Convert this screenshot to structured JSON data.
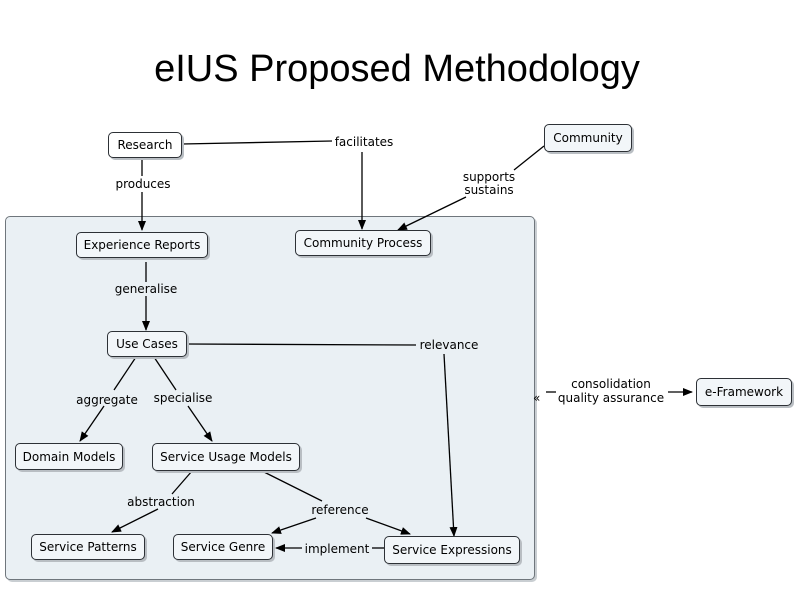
{
  "title": "eIUS Proposed Methodology",
  "nodes": {
    "research": "Research",
    "community": "Community",
    "experience_reports": "Experience Reports",
    "community_process": "Community Process",
    "use_cases": "Use Cases",
    "domain_models": "Domain Models",
    "service_usage_models": "Service Usage Models",
    "service_patterns": "Service Patterns",
    "service_genre": "Service Genre",
    "service_expressions": "Service Expressions",
    "e_framework": "e-Framework"
  },
  "links": {
    "facilitates": "facilitates",
    "supports": "supports",
    "sustains": "sustains",
    "produces": "produces",
    "generalise": "generalise",
    "relevance": "relevance",
    "aggregate": "aggregate",
    "specialise": "specialise",
    "abstraction": "abstraction",
    "reference": "reference",
    "implement": "implement",
    "consolidation": "consolidation",
    "quality_assurance": "quality assurance"
  },
  "collapse_glyph": "«"
}
